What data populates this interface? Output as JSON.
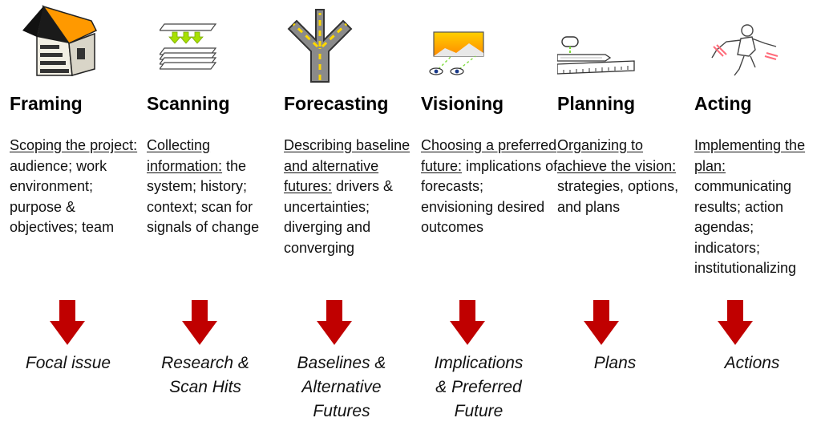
{
  "stages": [
    {
      "title": "Framing",
      "desc_underlined": "Scoping the project:",
      "desc_rest": " audience; work environment; purpose & objectives; team",
      "outcome_lines": [
        "Focal issue"
      ],
      "icon": "house-icon"
    },
    {
      "title": "Scanning",
      "desc_underlined": "Collecting information:",
      "desc_rest": " the system; history; context; scan for signals of change",
      "outcome_lines": [
        "Research &",
        "Scan Hits"
      ],
      "icon": "paper-stack-icon"
    },
    {
      "title": "Forecasting",
      "desc_underlined": "Describing baseline and alternative futures:",
      "desc_rest": " drivers & uncertainties; diverging and converging",
      "outcome_lines": [
        "Baselines &",
        "Alternative",
        "Futures"
      ],
      "icon": "forking-road-icon"
    },
    {
      "title": "Visioning",
      "desc_underlined": "Choosing a preferred future:",
      "desc_rest": " implications of forecasts; envisioning desired outcomes",
      "outcome_lines": [
        "Implications",
        "& Preferred",
        "Future"
      ],
      "icon": "eyes-vision-icon"
    },
    {
      "title": "Planning",
      "desc_underlined": "Organizing to achieve the vision:",
      "desc_rest": " strategies, options, and plans",
      "outcome_lines": [
        "Plans"
      ],
      "icon": "ruler-pencil-icon"
    },
    {
      "title": "Acting",
      "desc_underlined": "Implementing the plan:",
      "desc_rest": " communicating results; action agendas; indicators; institutionalizing",
      "outcome_lines": [
        "Actions"
      ],
      "icon": "running-figure-icon"
    }
  ],
  "colors": {
    "arrow": "#c00000",
    "text": "#111111"
  }
}
